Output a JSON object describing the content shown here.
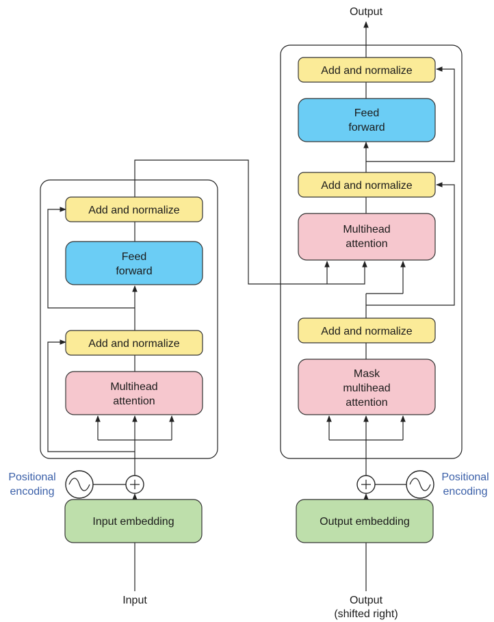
{
  "encoder": {
    "add_norm_top": "Add and normalize",
    "feed_forward": [
      "Feed",
      "forward"
    ],
    "add_norm_bottom": "Add and normalize",
    "attention": [
      "Multihead",
      "attention"
    ],
    "embedding": "Input embedding",
    "positional": [
      "Positional",
      "encoding"
    ],
    "input": "Input"
  },
  "decoder": {
    "output_top": "Output",
    "add_norm_top": "Add and normalize",
    "feed_forward": [
      "Feed",
      "forward"
    ],
    "add_norm_mid": "Add and normalize",
    "attention": [
      "Multihead",
      "attention"
    ],
    "add_norm_bottom": "Add and normalize",
    "masked_attention": [
      "Mask",
      "multihead",
      "attention"
    ],
    "embedding": "Output embedding",
    "positional": [
      "Positional",
      "encoding"
    ],
    "output_bottom": [
      "Output",
      "(shifted right)"
    ]
  },
  "colors": {
    "add_norm": "#fbeb98",
    "feed_forward": "#6bcdf5",
    "attention": "#f6c7ce",
    "embedding": "#bedfab",
    "positional_label": "#3a5fa8"
  }
}
